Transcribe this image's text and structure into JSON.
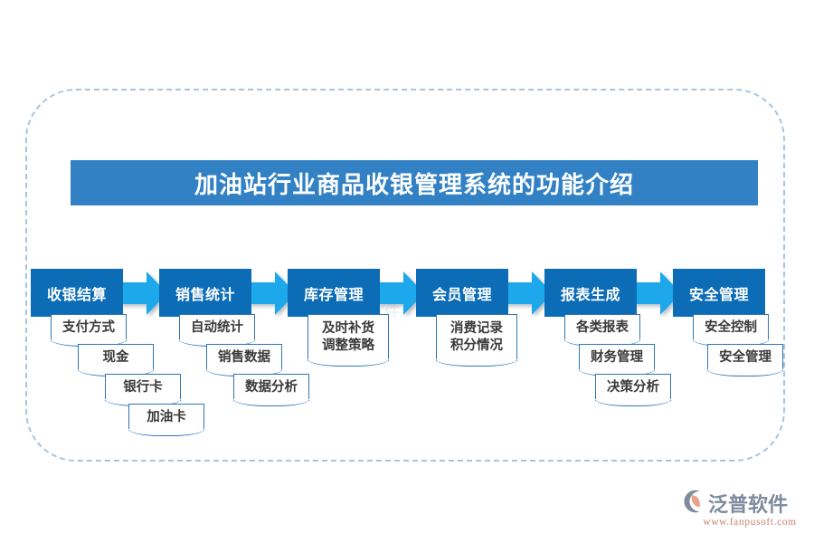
{
  "title": {
    "text": "加油站行业商品收银管理系统的功能介绍",
    "background_color": "#3281C4",
    "text_color": "#FFFFFF"
  },
  "theme": {
    "frame_border_color": "#A9C5DE",
    "main_box_color": "#0C6CB5",
    "arrow_color": "#1CA8EA",
    "sub_box_border_color": "#2E75B6",
    "sub_box_text_color": "#3A3A3A",
    "page_background": "#FFFFFF"
  },
  "flow": {
    "columns": [
      {
        "label": "收银结算",
        "sub_items": [
          {
            "lines": [
              "支付方式"
            ]
          },
          {
            "lines": [
              "现金"
            ]
          },
          {
            "lines": [
              "银行卡"
            ]
          },
          {
            "lines": [
              "加油卡"
            ]
          }
        ]
      },
      {
        "label": "销售统计",
        "sub_items": [
          {
            "lines": [
              "自动统计"
            ]
          },
          {
            "lines": [
              "销售数据"
            ]
          },
          {
            "lines": [
              "数据分析"
            ]
          }
        ]
      },
      {
        "label": "库存管理",
        "sub_items": [
          {
            "lines": [
              "及时补货",
              "调整策略"
            ]
          }
        ]
      },
      {
        "label": "会员管理",
        "sub_items": [
          {
            "lines": [
              "消费记录",
              "积分情况"
            ]
          }
        ]
      },
      {
        "label": "报表生成",
        "sub_items": [
          {
            "lines": [
              "各类报表"
            ]
          },
          {
            "lines": [
              "财务管理"
            ]
          },
          {
            "lines": [
              "决策分析"
            ]
          }
        ]
      },
      {
        "label": "安全管理",
        "sub_items": [
          {
            "lines": [
              "安全控制"
            ]
          },
          {
            "lines": [
              "安全管理"
            ]
          }
        ]
      }
    ],
    "arrow_count": 5
  },
  "logo": {
    "name": "泛普软件",
    "url": "www.fanpusoft.com",
    "name_color": "#7E8B9E",
    "url_color": "#C9836C"
  }
}
